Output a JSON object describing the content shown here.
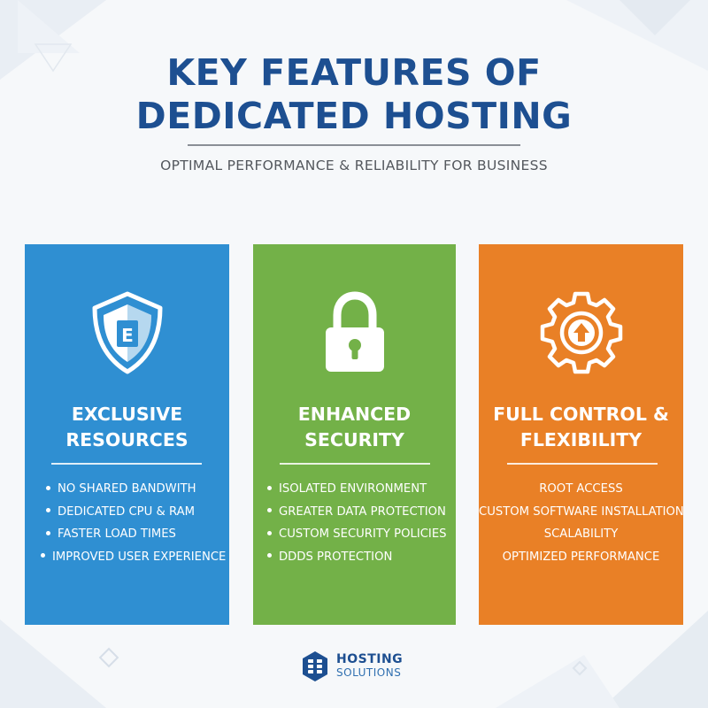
{
  "header": {
    "title_line1": "KEY FEATURES OF",
    "title_line2": "DEDICATED HOSTING",
    "subtitle": "OPTIMAL PERFORMANCE & RELIABILITY FOR BUSINESS"
  },
  "cards": [
    {
      "color": "#2f8fd2",
      "icon": "shield-icon",
      "icon_letter": "E",
      "title_line1": "EXCLUSIVE",
      "title_line2": "RESOURCES",
      "items": [
        "NO SHARED BANDWITH",
        "DEDICATED CPU & RAM",
        "FASTER LOAD TIMES",
        "IMPROVED USER EXPERIENCE"
      ]
    },
    {
      "color": "#73b148",
      "icon": "padlock-icon",
      "title_line1": "ENHANCED",
      "title_line2": "SECURITY",
      "items": [
        "ISOLATED ENVIRONMENT",
        "GREATER DATA PROTECTION",
        "CUSTOM SECURITY POLICIES",
        "DDDS PROTECTION"
      ]
    },
    {
      "color": "#e98026",
      "icon": "gear-upload-icon",
      "title_line1": "FULL CONTROL &",
      "title_line2": "FLEXIBILITY",
      "items": [
        "ROOT ACCESS",
        "CUSTOM SOFTWARE INSTALLATION",
        "SCALABILITY",
        "OPTIMIZED PERFORMANCE"
      ]
    }
  ],
  "footer": {
    "brand_name": "HOSTING",
    "brand_sub": "SOLUTIONS",
    "brand_color": "#1d4f91"
  }
}
